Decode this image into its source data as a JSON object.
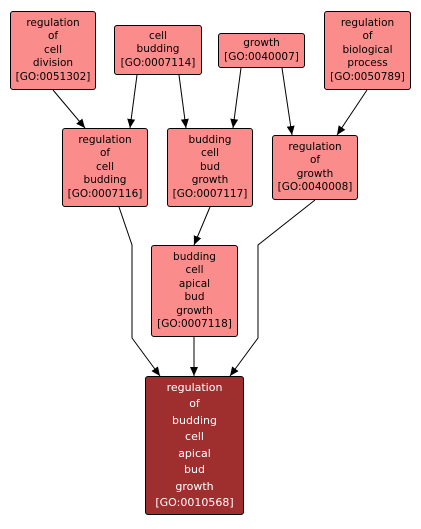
{
  "colors": {
    "node_fill": "#fa8d8b",
    "target_fill": "#9f2f2f",
    "border": "#000000",
    "edge": "#000000",
    "target_text": "#ffffff"
  },
  "nodes": {
    "n0051302": {
      "lines": [
        "regulation",
        "of",
        "cell",
        "division"
      ],
      "id": "[GO:0051302]"
    },
    "n0007114": {
      "lines": [
        "cell",
        "budding"
      ],
      "id": "[GO:0007114]"
    },
    "n0040007": {
      "lines": [
        "growth"
      ],
      "id": "[GO:0040007]"
    },
    "n0050789": {
      "lines": [
        "regulation",
        "of",
        "biological",
        "process"
      ],
      "id": "[GO:0050789]"
    },
    "n0007116": {
      "lines": [
        "regulation",
        "of",
        "cell",
        "budding"
      ],
      "id": "[GO:0007116]"
    },
    "n0007117": {
      "lines": [
        "budding",
        "cell",
        "bud",
        "growth"
      ],
      "id": "[GO:0007117]"
    },
    "n0040008": {
      "lines": [
        "regulation",
        "of",
        "growth"
      ],
      "id": "[GO:0040008]"
    },
    "n0007118": {
      "lines": [
        "budding",
        "cell",
        "apical",
        "bud",
        "growth"
      ],
      "id": "[GO:0007118]"
    },
    "n0010568": {
      "lines": [
        "regulation",
        "of",
        "budding",
        "cell",
        "apical",
        "bud",
        "growth"
      ],
      "id": "[GO:0010568]"
    }
  },
  "edges": [
    {
      "from": "n0051302",
      "to": "n0007116"
    },
    {
      "from": "n0007114",
      "to": "n0007116"
    },
    {
      "from": "n0007114",
      "to": "n0007117"
    },
    {
      "from": "n0040007",
      "to": "n0007117"
    },
    {
      "from": "n0040007",
      "to": "n0040008"
    },
    {
      "from": "n0050789",
      "to": "n0040008"
    },
    {
      "from": "n0007117",
      "to": "n0007118"
    },
    {
      "from": "n0007116",
      "to": "n0010568"
    },
    {
      "from": "n0007118",
      "to": "n0010568"
    },
    {
      "from": "n0040008",
      "to": "n0010568"
    }
  ]
}
